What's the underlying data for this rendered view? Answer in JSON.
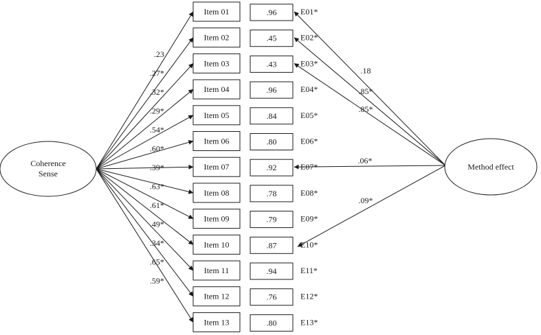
{
  "factors": {
    "left": "Coherence Sense",
    "left_lines": [
      "Coherence",
      "Sense"
    ],
    "right": "Method effect"
  },
  "items": [
    {
      "label": "Item 01",
      "loading": ".23",
      "residual": ".96",
      "error": "E01*",
      "method": ".18"
    },
    {
      "label": "Item 02",
      "loading": ".27*",
      "residual": ".45",
      "error": "E02*",
      "method": ".85*"
    },
    {
      "label": "Item 03",
      "loading": ".32*",
      "residual": ".43",
      "error": "E03*",
      "method": ".85*"
    },
    {
      "label": "Item 04",
      "loading": ".29*",
      "residual": ".96",
      "error": "E04*",
      "method": null
    },
    {
      "label": "Item 05",
      "loading": ".54*",
      "residual": ".84",
      "error": "E05*",
      "method": null
    },
    {
      "label": "Item 06",
      "loading": ".60*",
      "residual": ".80",
      "error": "E06*",
      "method": null
    },
    {
      "label": "Item 07",
      "loading": ".39*",
      "residual": ".92",
      "error": "E07*",
      "method": ".06*"
    },
    {
      "label": "Item 08",
      "loading": ".63*",
      "residual": ".78",
      "error": "E08*",
      "method": null
    },
    {
      "label": "Item 09",
      "loading": ".61*",
      "residual": ".79",
      "error": "E09*",
      "method": null
    },
    {
      "label": "Item 10",
      "loading": ".49*",
      "residual": ".87",
      "error": "E10*",
      "method": ".09*"
    },
    {
      "label": "Item 11",
      "loading": ".34*",
      "residual": ".94",
      "error": "E11*",
      "method": null
    },
    {
      "label": "Item 12",
      "loading": ".65*",
      "residual": ".76",
      "error": "E12*",
      "method": null
    },
    {
      "label": "Item 13",
      "loading": ".59*",
      "residual": ".80",
      "error": "E13*",
      "method": null
    }
  ],
  "colors": {
    "line": "#1a1a1a",
    "background": "#ffffff"
  }
}
